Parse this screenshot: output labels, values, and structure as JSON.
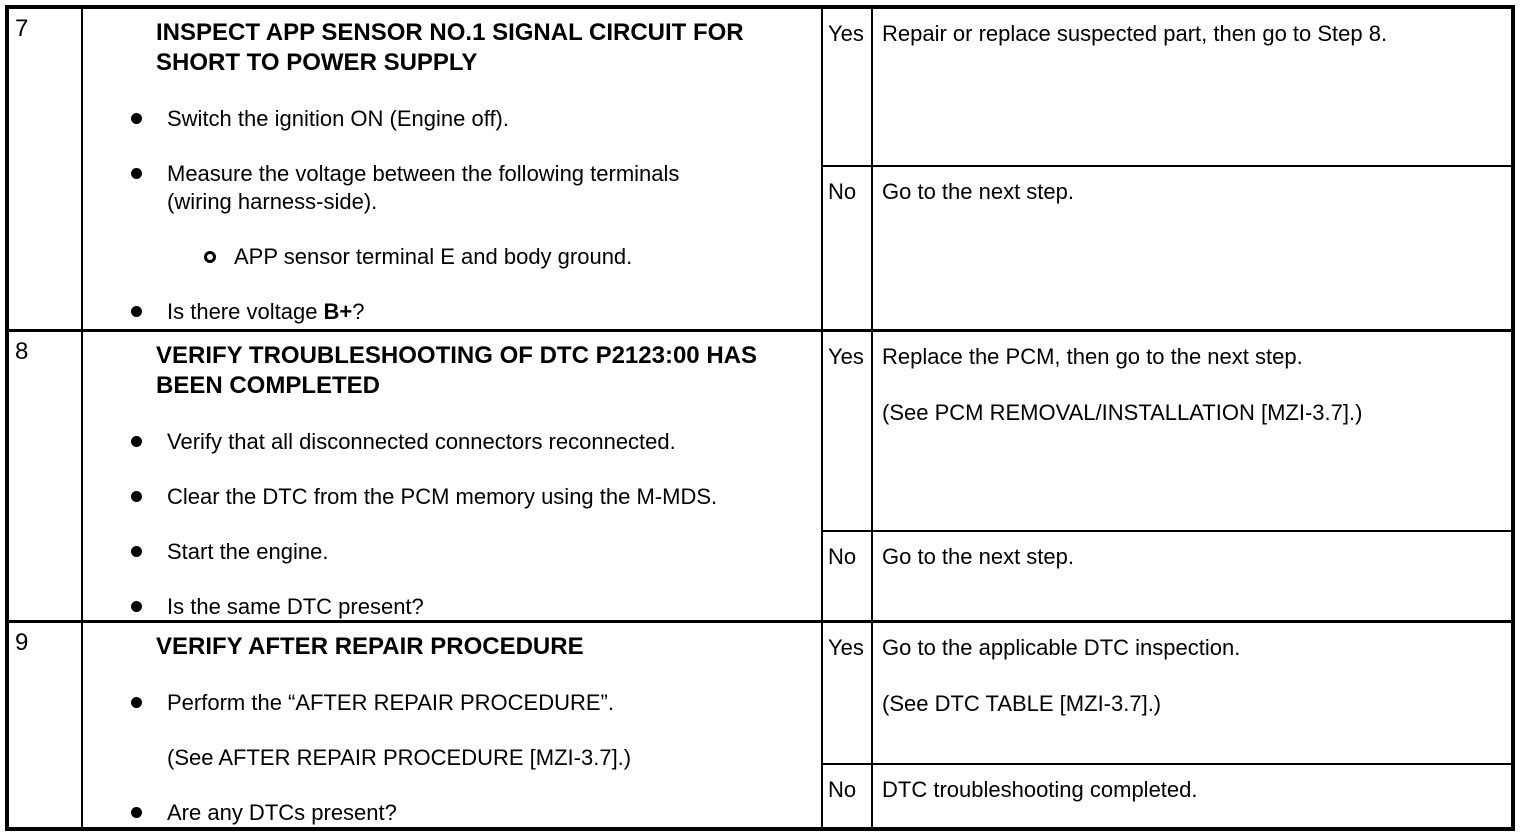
{
  "document": {
    "rows": [
      {
        "step": "7",
        "title": "INSPECT APP SENSOR NO.1 SIGNAL CIRCUIT FOR\nSHORT TO POWER SUPPLY",
        "items": [
          {
            "text": "Switch the ignition ON (Engine off)."
          },
          {
            "text": "Measure the voltage between the following terminals\n(wiring harness-side)."
          },
          {
            "text": "APP sensor terminal E and body ground.",
            "level": 2
          },
          {
            "pre": "Is there voltage ",
            "bold": "B+",
            "post": "?"
          }
        ],
        "yes": {
          "label": "Yes",
          "action": "Repair or replace suspected part, then go to Step 8."
        },
        "no": {
          "label": "No",
          "action": "Go to the next step."
        }
      },
      {
        "step": "8",
        "title": "VERIFY TROUBLESHOOTING OF DTC P2123:00 HAS\nBEEN COMPLETED",
        "items": [
          {
            "text": "Verify that all disconnected connectors reconnected."
          },
          {
            "text": "Clear the DTC from the PCM memory using the M-MDS."
          },
          {
            "text": "Start the engine."
          },
          {
            "text": "Is the same DTC present?"
          }
        ],
        "yes": {
          "label": "Yes",
          "action": "Replace the PCM, then go to the next step.\n\n(See PCM REMOVAL/INSTALLATION [MZI-3.7].)"
        },
        "no": {
          "label": "No",
          "action": "Go to the next step."
        }
      },
      {
        "step": "9",
        "title": "VERIFY AFTER REPAIR PROCEDURE",
        "items": [
          {
            "text": "Perform the “AFTER REPAIR PROCEDURE”."
          },
          {
            "text": "(See AFTER REPAIR PROCEDURE [MZI-3.7].)",
            "marker": "none"
          },
          {
            "text": "Are any DTCs present?"
          }
        ],
        "yes": {
          "label": "Yes",
          "action": "Go to the applicable DTC inspection.\n\n(See DTC TABLE [MZI-3.7].)"
        },
        "no": {
          "label": "No",
          "action": "DTC troubleshooting completed."
        }
      }
    ]
  }
}
